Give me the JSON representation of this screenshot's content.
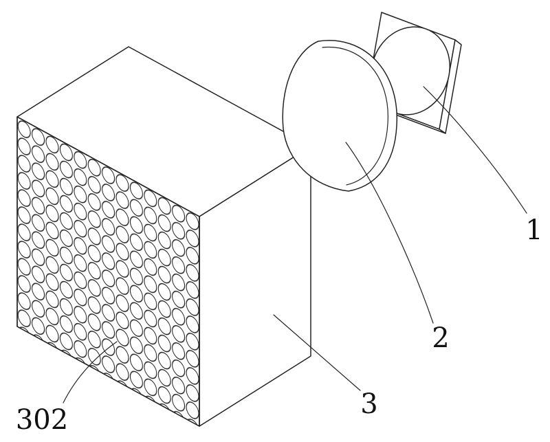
{
  "figure": {
    "background_color": "#ffffff",
    "line_color": "#222222",
    "labels": {
      "part1": "1",
      "part2": "2",
      "part3": "3",
      "part302": "302"
    }
  }
}
